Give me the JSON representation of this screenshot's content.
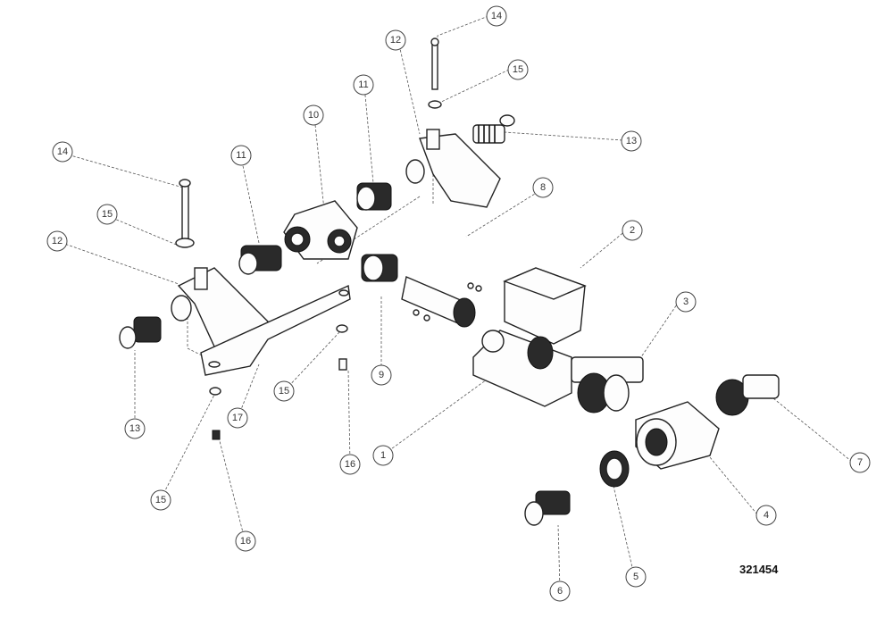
{
  "drawing_number": "321454",
  "callouts": [
    {
      "id": "c14a",
      "label": "14"
    },
    {
      "id": "c15a",
      "label": "15"
    },
    {
      "id": "c12a",
      "label": "12"
    },
    {
      "id": "c11a",
      "label": "11"
    },
    {
      "id": "c10",
      "label": "10"
    },
    {
      "id": "c13a",
      "label": "13"
    },
    {
      "id": "c14b",
      "label": "14"
    },
    {
      "id": "c11b",
      "label": "11"
    },
    {
      "id": "c8",
      "label": "8"
    },
    {
      "id": "c15b",
      "label": "15"
    },
    {
      "id": "c12b",
      "label": "12"
    },
    {
      "id": "c2",
      "label": "2"
    },
    {
      "id": "c3",
      "label": "3"
    },
    {
      "id": "c9",
      "label": "9"
    },
    {
      "id": "c15c",
      "label": "15"
    },
    {
      "id": "c16a",
      "label": "16"
    },
    {
      "id": "c17",
      "label": "17"
    },
    {
      "id": "c13b",
      "label": "13"
    },
    {
      "id": "c1",
      "label": "1"
    },
    {
      "id": "c7",
      "label": "7"
    },
    {
      "id": "c15d",
      "label": "15"
    },
    {
      "id": "c4",
      "label": "4"
    },
    {
      "id": "c16b",
      "label": "16"
    },
    {
      "id": "c5",
      "label": "5"
    },
    {
      "id": "c6",
      "label": "6"
    }
  ]
}
